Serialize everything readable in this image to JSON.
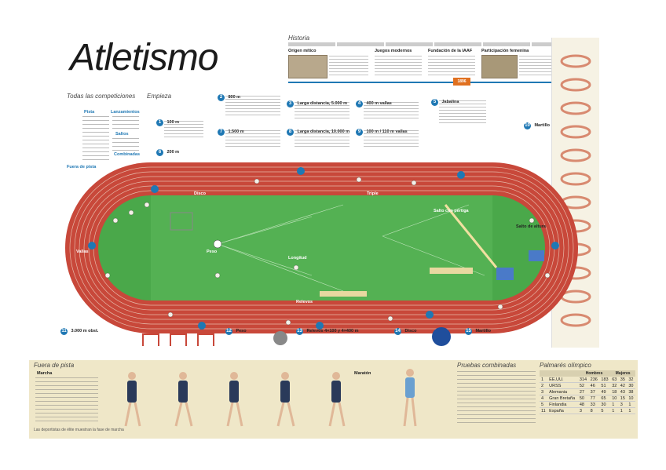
{
  "title": "Atletismo",
  "historia": {
    "heading": "Historia",
    "items": [
      {
        "label": "Origen mítico"
      },
      {
        "label": "Juegos modernos"
      },
      {
        "label": "Fundación de la IAAF"
      },
      {
        "label": "Participación femenina"
      }
    ],
    "year_badge": "1896"
  },
  "competiciones": {
    "heading": "Todas las competiciones",
    "pista_label": "Pista",
    "lanzamientos_label": "Lanzamientos",
    "saltos_label": "Saltos",
    "combinadas_label": "Combinadas",
    "fuera_label": "Fuera de pista"
  },
  "empieza": {
    "heading": "Empieza"
  },
  "events": [
    {
      "num": "1",
      "label": "100 m"
    },
    {
      "num": "2",
      "label": "800 m"
    },
    {
      "num": "3",
      "label": "Larga distancia, 5.000 m"
    },
    {
      "num": "4",
      "label": "400 m vallas"
    },
    {
      "num": "5",
      "label": "Jabalina"
    },
    {
      "num": "6",
      "label": "200 m"
    },
    {
      "num": "7",
      "label": "1.500 m"
    },
    {
      "num": "8",
      "label": "Larga distancia, 10.000 m"
    },
    {
      "num": "9",
      "label": "100 m / 110 m vallas"
    },
    {
      "num": "10",
      "label": "Martillo"
    }
  ],
  "field": {
    "disco": "Disco",
    "salto_pertiga": "Salto con pértiga",
    "longitud": "Longitud",
    "triple": "Triple",
    "peso": "Peso",
    "altura": "Salto de altura",
    "relevos": "Relevos",
    "vallas": "Vallas"
  },
  "lower_strip": [
    {
      "num": "11",
      "label": "3.000 m obst."
    },
    {
      "num": "12",
      "label": "Peso"
    },
    {
      "num": "13",
      "label": "Relevos 4×100 y 4×400 m"
    },
    {
      "num": "14",
      "label": "Disco"
    },
    {
      "num": "15",
      "label": "Martillo"
    }
  ],
  "fuera_pista": {
    "heading": "Fuera de pista",
    "marcha": "Marcha",
    "maraton": "Maratón",
    "footer": "Las deportistas de élite muestran la fase de marcha"
  },
  "combinadas": {
    "heading": "Pruebas combinadas"
  },
  "olympic": {
    "heading": "Palmarés olímpico",
    "col_hombres": "Hombres",
    "col_mujeres": "Mujeres",
    "rows": [
      {
        "rank": "1",
        "country": "EE.UU.",
        "a": "314",
        "b": "236",
        "c": "183",
        "d": "63",
        "e": "35",
        "f": "32"
      },
      {
        "rank": "2",
        "country": "URSS",
        "a": "52",
        "b": "46",
        "c": "51",
        "d": "32",
        "e": "42",
        "f": "30"
      },
      {
        "rank": "3",
        "country": "Alemania",
        "a": "27",
        "b": "37",
        "c": "49",
        "d": "18",
        "e": "43",
        "f": "38"
      },
      {
        "rank": "4",
        "country": "Gran Bretaña",
        "a": "50",
        "b": "77",
        "c": "65",
        "d": "10",
        "e": "15",
        "f": "10"
      },
      {
        "rank": "5",
        "country": "Finlandia",
        "a": "48",
        "b": "33",
        "c": "30",
        "d": "1",
        "e": "3",
        "f": "1"
      },
      {
        "rank": "11",
        "country": "España",
        "a": "3",
        "b": "8",
        "c": "5",
        "d": "1",
        "e": "1",
        "f": "1"
      }
    ]
  },
  "colors": {
    "track": "#c8483a",
    "field": "#4aa84a",
    "field_light": "#6cc46a",
    "lane": "#e6b8a8",
    "accent": "#1f78b4"
  }
}
